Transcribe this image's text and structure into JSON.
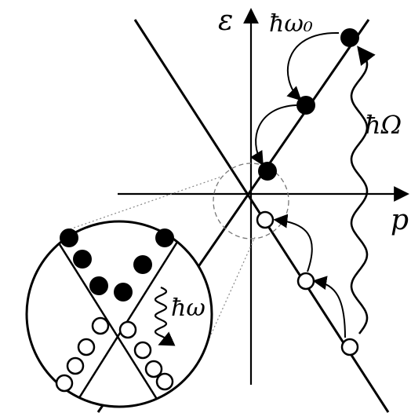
{
  "diagram": {
    "axis_energy_label": "ε",
    "axis_momentum_label": "p",
    "label_hw0": "ħω₀",
    "label_hOmega": "ħΩ",
    "label_hw_inset": "ħω"
  }
}
